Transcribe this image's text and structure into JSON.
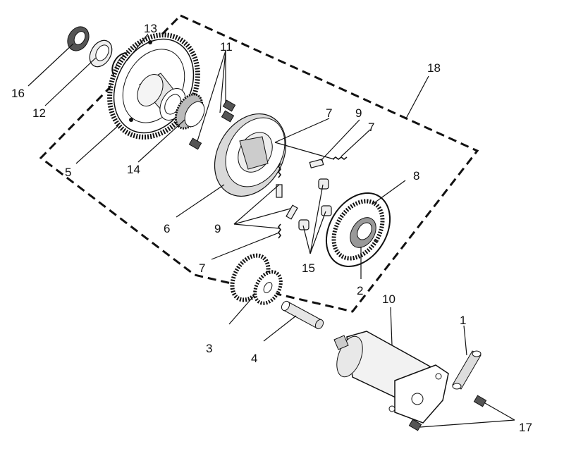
{
  "callouts": {
    "c1": "1",
    "c2": "2",
    "c3": "3",
    "c4": "4",
    "c5": "5",
    "c6": "6",
    "c7a": "7",
    "c7b": "7",
    "c7c": "7",
    "c8": "8",
    "c9a": "9",
    "c9b": "9",
    "c10": "10",
    "c11": "11",
    "c12": "12",
    "c13": "13",
    "c14": "14",
    "c15": "15",
    "c16": "16",
    "c17": "17",
    "c18": "18"
  }
}
